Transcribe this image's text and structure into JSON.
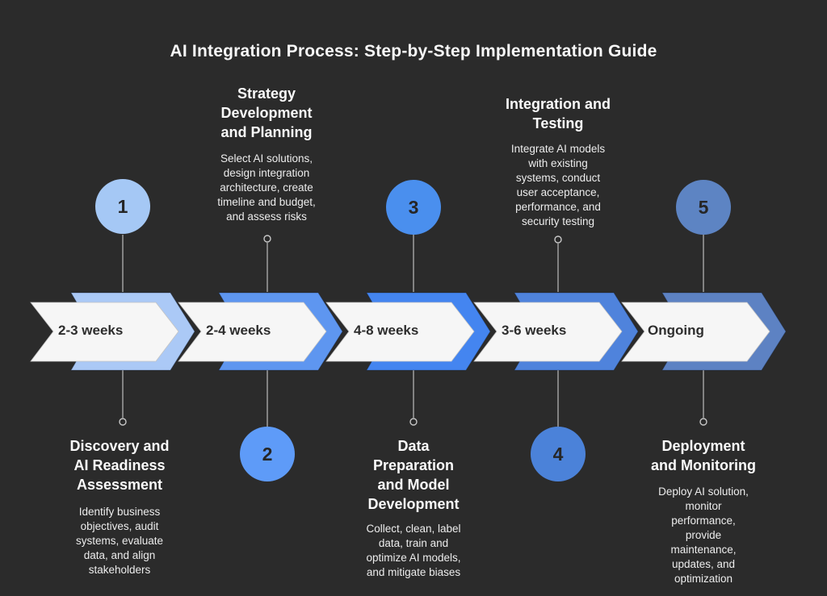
{
  "title": "AI Integration Process: Step-by-Step Implementation Guide",
  "colors": {
    "background": "#2b2b2b",
    "arrow_fill": "#f6f6f6",
    "heading_text": "#fafafa",
    "body_text": "#ececec",
    "duration_text": "#2d2d2d",
    "connector": "#a8a8a8"
  },
  "steps": [
    {
      "number": "1",
      "duration": "2-3 weeks",
      "heading": "Discovery and\nAI Readiness\nAssessment",
      "description": "Identify business\nobjectives, audit\nsystems, evaluate\ndata, and align\nstakeholders",
      "label_position": "below",
      "circle_color": "#a5c8f5",
      "chevron_color": "#abc9f6"
    },
    {
      "number": "2",
      "duration": "2-4 weeks",
      "heading": "Strategy\nDevelopment\nand Planning",
      "description": "Select AI solutions,\ndesign integration\narchitecture, create\ntimeline and budget,\nand assess risks",
      "label_position": "above",
      "circle_color": "#5e9bf8",
      "chevron_color": "#5e96f0"
    },
    {
      "number": "3",
      "duration": "4-8 weeks",
      "heading": "Data\nPreparation\nand Model\nDevelopment",
      "description": "Collect, clean, label\ndata, train and\noptimize AI models,\nand mitigate biases",
      "label_position": "below",
      "circle_color": "#4a8fee",
      "chevron_color": "#4485f0"
    },
    {
      "number": "4",
      "duration": "3-6 weeks",
      "heading": "Integration and\nTesting",
      "description": "Integrate AI models\nwith existing\nsystems, conduct\nuser acceptance,\nperformance, and\nsecurity testing",
      "label_position": "above",
      "circle_color": "#4b82d9",
      "chevron_color": "#4f83dc"
    },
    {
      "number": "5",
      "duration": "Ongoing",
      "heading": "Deployment\nand Monitoring",
      "description": "Deploy AI solution,\nmonitor\nperformance,\nprovide\nmaintenance,\nupdates, and\noptimization",
      "label_position": "below",
      "circle_color": "#5d84c3",
      "chevron_color": "#5d82c3"
    }
  ]
}
